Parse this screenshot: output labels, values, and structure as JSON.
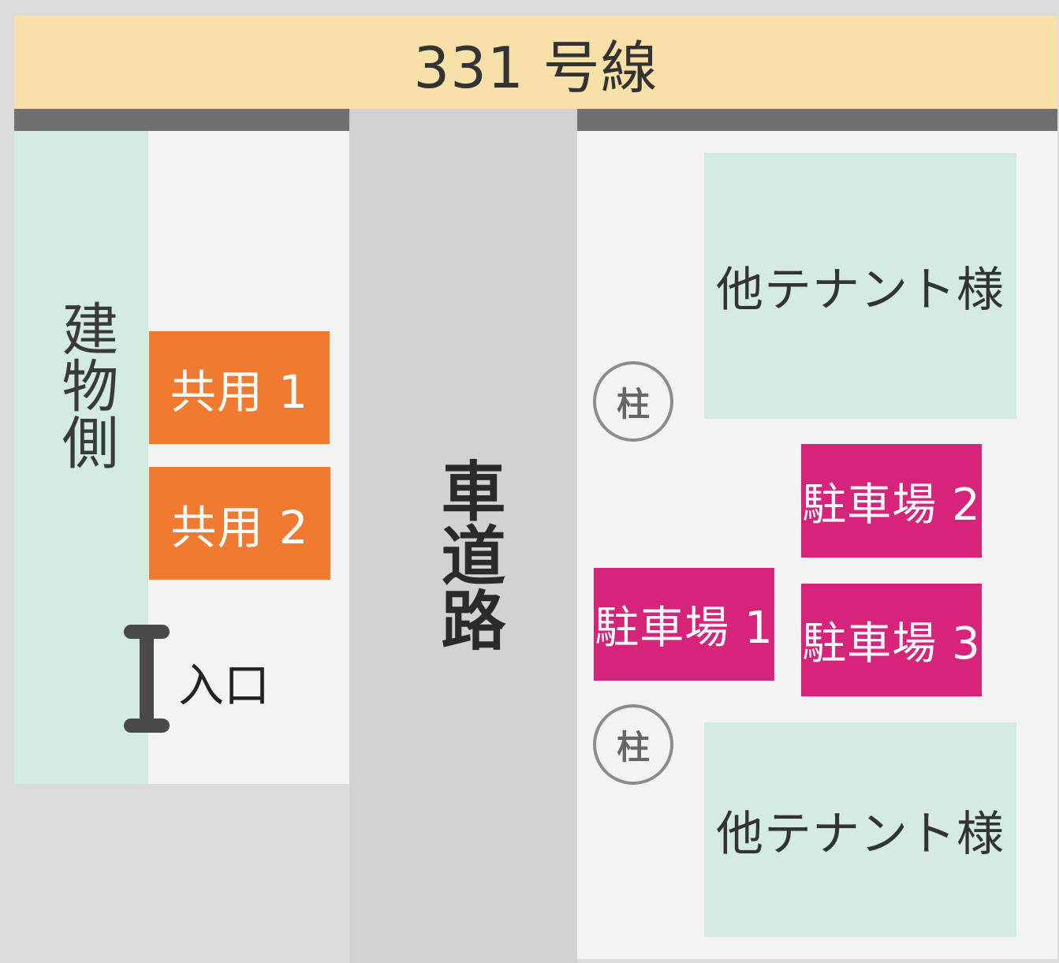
{
  "road": {
    "label": "331 号線"
  },
  "left_lot": {
    "building_side_label": "建物側",
    "shared_spaces": [
      {
        "label": "共用 1"
      },
      {
        "label": "共用 2"
      }
    ],
    "entrance_label": "入口"
  },
  "driveway": {
    "label": "車道路"
  },
  "right_lot": {
    "tenants": [
      {
        "label": "他テナント様"
      },
      {
        "label": "他テナント様"
      }
    ],
    "pillars": [
      {
        "label": "柱"
      },
      {
        "label": "柱"
      }
    ],
    "parking": {
      "space_1": "駐車場 1",
      "space_2": "駐車場 2",
      "space_3": "駐車場 3"
    }
  },
  "colors": {
    "road": "#f8e1a8",
    "shared": "#f07a30",
    "parking": "#d6247a",
    "tenant": "#d3ebe1",
    "driveway": "#d2d2d2"
  }
}
